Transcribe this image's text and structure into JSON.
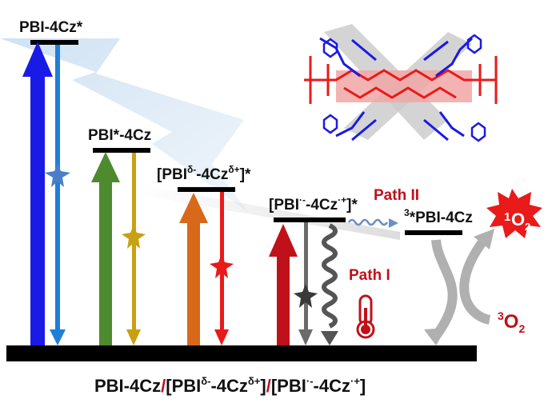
{
  "labels": {
    "pbi_4cz_star": "PBI-4Cz*",
    "pbi_star_4cz": "PBI*-4Cz",
    "ct_partial_pre": "[PBI",
    "ct_partial_sup1": "δ-",
    "ct_partial_mid": "-4Cz",
    "ct_partial_sup2": "δ+",
    "ct_partial_post": "]*",
    "ct_full_pre": "[PBI",
    "ct_full_sup1": "·-",
    "ct_full_mid": "-4Cz",
    "ct_full_sup2": "·+",
    "ct_full_post": "]*",
    "triplet_sup": "3",
    "triplet_main": "*PBI-4Cz",
    "path_one": "Path I",
    "path_two": "Path II",
    "singlet_oxygen_sup": "1",
    "singlet_oxygen_main": "O",
    "singlet_oxygen_sub": "2",
    "triplet_oxygen_sup": "3",
    "triplet_oxygen_main": "O",
    "triplet_oxygen_sub": "2"
  },
  "caption": {
    "part1": "PBI-4Cz",
    "sep1": "/",
    "part2_pre": "[PBI",
    "part2_sup1": "δ-",
    "part2_mid": "-4Cz",
    "part2_sup2": "δ+",
    "part2_post": "]",
    "sep2": "/",
    "part3_pre": "[PBI",
    "part3_sup1": "·-",
    "part3_mid": "-4Cz",
    "part3_sup2": "·+",
    "part3_post": "]"
  },
  "colors": {
    "blue": "#1a1ae6",
    "light_blue": "#1e7fd8",
    "green": "#4e8a2e",
    "gold": "#c9a012",
    "orange": "#d8691a",
    "red": "#e81a1a",
    "dark_red": "#c0111a",
    "gray": "#6b6b6b",
    "accent_red": "#c0111a"
  },
  "icons": [
    "thermometer-icon",
    "singlet-oxygen-burst-icon",
    "molecule-structure-icon",
    "lightning-bolt-icon"
  ]
}
